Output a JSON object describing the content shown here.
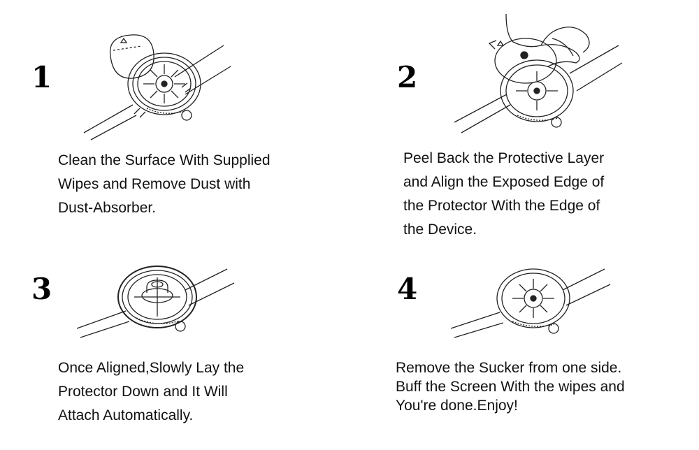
{
  "steps": [
    {
      "number": "1",
      "lines": [
        "Clean the Surface With Supplied",
        "Wipes and Remove Dust with",
        "Dust-Absorber."
      ]
    },
    {
      "number": "2",
      "lines": [
        "Peel Back the Protective Layer",
        "and Align the Exposed Edge of",
        "the Protector With the Edge of",
        "the Device."
      ]
    },
    {
      "number": "3",
      "lines": [
        "Once Aligned,Slowly Lay the",
        "Protector Down and It Will",
        "Attach Automatically."
      ]
    },
    {
      "number": "4",
      "lines": [
        "Remove the Sucker from one side.",
        "Buff the Screen With the wipes and",
        "You're done.Enjoy!"
      ]
    }
  ]
}
